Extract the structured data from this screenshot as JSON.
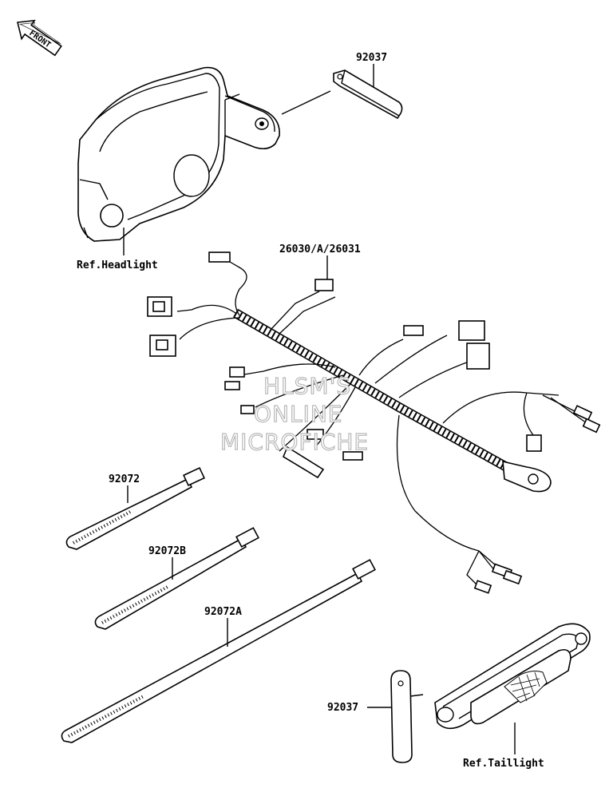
{
  "front_arrow": {
    "text": "FRONT"
  },
  "callouts": {
    "headlight_ref": "Ref.Headlight",
    "bracket_top": "92037",
    "harness": "26030/A/26031",
    "band_a": "92072",
    "band_b": "92072B",
    "band_c": "92072A",
    "bracket_bottom": "92037",
    "taillight_ref": "Ref.Taillight"
  },
  "watermark": {
    "line1": "HLSM'S",
    "line2": "ONLINE",
    "line3": "MICROFICHE"
  }
}
